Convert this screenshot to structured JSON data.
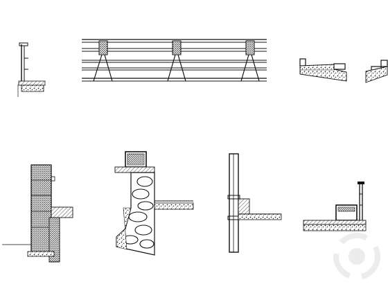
{
  "drawing_sheet": {
    "background": "#ffffff",
    "line_color": "#111111",
    "text_labels": []
  },
  "details": [
    {
      "name": "railing-post-section"
    },
    {
      "name": "railing-elevation"
    },
    {
      "name": "curb-step-detail-a"
    },
    {
      "name": "curb-step-detail-b"
    },
    {
      "name": "stone-retaining-wall-section"
    },
    {
      "name": "rubble-masonry-wall-section"
    },
    {
      "name": "steel-post-slab-section"
    },
    {
      "name": "post-base-detail"
    }
  ],
  "watermark": {
    "icon": "watermark-logo-icon",
    "color": "#9a9a9a"
  }
}
